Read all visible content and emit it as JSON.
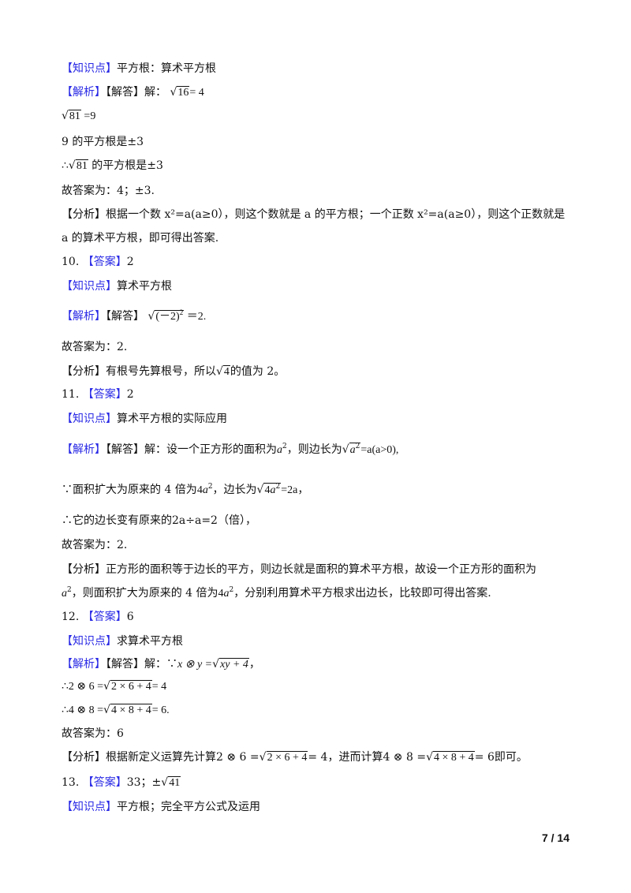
{
  "colors": {
    "tag": "#2a2ae6",
    "text": "#111111"
  },
  "labels": {
    "knowledge": "【知识点】",
    "analysis": "【解析】",
    "answer_detail": "【解答】",
    "fenxi": "【分析】",
    "answer": "【答案】"
  },
  "q9": {
    "knowledge": "平方根：算术平方根",
    "solve_prefix": "解：",
    "sqrt16": "16",
    "eq4": "=  4",
    "sqrt81": "81",
    "eq9": " =9",
    "line3": "9 的平方根是±3",
    "line4_prefix": "∴",
    "line4_sqrt": "81",
    "line4_suffix": " 的平方根是±3",
    "final": "故答案为：4；±3.",
    "analysis_1": "根据一个数 x²=a(a≥0），则这个数就是 a 的平方根；一个正数 x²=a(a≥0），则这个正数就是",
    "analysis_2": "a 的算术平方根，即可得出答案."
  },
  "q10": {
    "number": "10.",
    "answer": "2",
    "knowledge": "算术平方根",
    "expr_inner": "(－2)",
    "expr_sup": "2",
    "expr_result": " ＝2.",
    "final": "故答案为：2.",
    "analysis_prefix": "有根号先算根号，所以",
    "analysis_sqrt": "4",
    "analysis_suffix": "的值为 2。"
  },
  "q11": {
    "number": "11.",
    "answer": "2",
    "knowledge": "算术平方根的实际应用",
    "line1_prefix": "解：设一个正方形的面积为",
    "line1_mid": "，则边长为",
    "line1_suffix": "=a(a>0),",
    "line2_prefix": "∵面积扩大为原来的 4 倍为",
    "line2_mid": "，边长为",
    "line2_suffix": "=2a，",
    "line3": "∴它的边长变有原来的2a÷a=2（倍），",
    "final": "故答案为：2.",
    "analysis_1": "正方形的面积等于边长的平方，则边长就是面积的算术平方根，故设一个正方形的面积为",
    "analysis_2_suffix": "，则面积扩大为原来的 4 倍为",
    "analysis_2_end": "，分别利用算术平方根求出边长，比较即可得出答案."
  },
  "q12": {
    "number": "12.",
    "answer": "6",
    "knowledge": "求算术平方根",
    "line1_prefix": "解：∵",
    "line1_expr": "x ⊗ y =",
    "line1_sqrt": "xy + 4",
    "line1_suffix": "，",
    "line2_prefix": "∴2 ⊗ 6 =",
    "line2_sqrt": "2 × 6 + 4",
    "line2_suffix": "= 4",
    "line3_prefix": "∴4 ⊗ 8 =",
    "line3_sqrt": "4 × 8 + 4",
    "line3_suffix": "= 6.",
    "final": "故答案为：6",
    "analysis_prefix": "根据新定义运算先计算2 ⊗ 6 =",
    "analysis_sqrt1": "2 × 6 + 4",
    "analysis_mid": "= 4，进而计算4 ⊗ 8 =",
    "analysis_sqrt2": "4 × 8 + 4",
    "analysis_suffix": "= 6即可。"
  },
  "q13": {
    "number": "13.",
    "answer_prefix": "33；±",
    "answer_sqrt": "41",
    "knowledge": "平方根；完全平方公式及运用"
  },
  "footer": {
    "page": "7 / 14"
  }
}
